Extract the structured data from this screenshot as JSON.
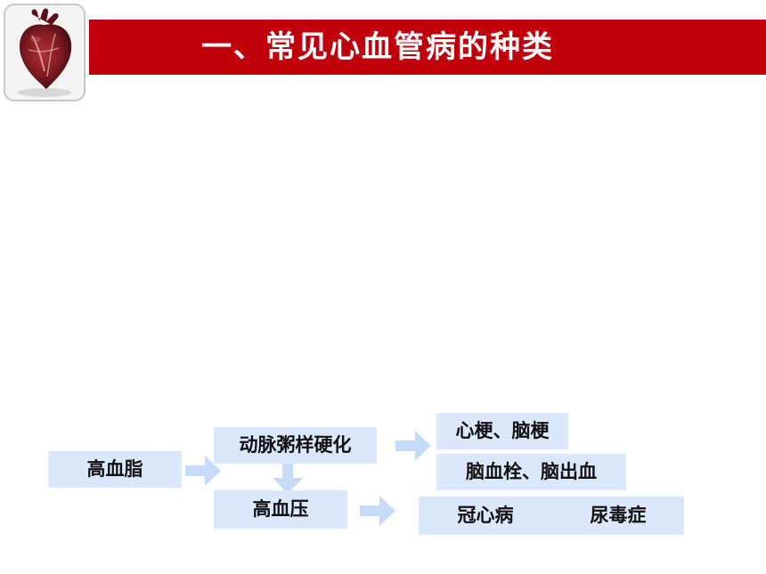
{
  "header": {
    "title": "一、常见心血管病的种类",
    "logo_icon": "heart-icon",
    "accent_color": "#c0000b"
  },
  "diagram": {
    "box_color": "#dbe7fb",
    "arrow_color": "#c6dbf7",
    "nodes": {
      "hyperlipidemia": "高血脂",
      "atherosclerosis": "动脉粥样硬化",
      "hypertension": "高血压",
      "infarction": "心梗、脑梗",
      "thrombosis_hemorrhage": "脑血栓、脑出血",
      "coronary": "冠心病",
      "uremia": "尿毒症"
    }
  }
}
